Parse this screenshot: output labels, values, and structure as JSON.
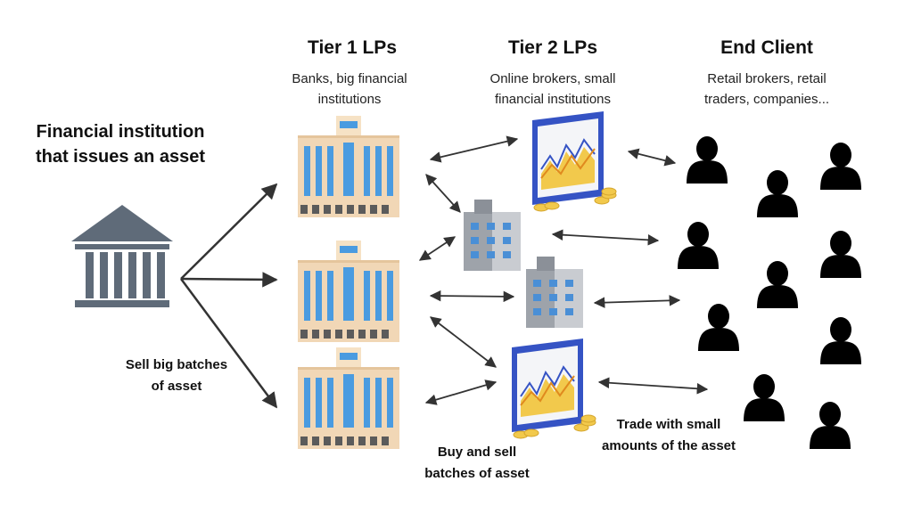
{
  "issuer": {
    "line1": "Financial institution",
    "line2": "that issues an asset"
  },
  "tier1": {
    "title": "Tier 1 LPs",
    "desc_line1": "Banks, big financial",
    "desc_line2": "institutions"
  },
  "tier2": {
    "title": "Tier 2 LPs",
    "desc_line1": "Online brokers, small",
    "desc_line2": "financial institutions"
  },
  "end_client": {
    "title": "End Client",
    "desc_line1": "Retail brokers, retail",
    "desc_line2": "traders, companies..."
  },
  "notes": {
    "sell_line1": "Sell big batches",
    "sell_line2": "of asset",
    "buy_line1": "Buy and sell",
    "buy_line2": "batches of asset",
    "trade_line1": "Trade with small",
    "trade_line2": "amounts of the asset"
  },
  "icons": [
    "bank-icon",
    "office-building-icon",
    "small-building-icon",
    "trading-monitor-icon",
    "person-icon"
  ],
  "colors": {
    "text": "#111111",
    "arrow": "#333333",
    "bank": "#5f6b79",
    "building_beige": "#f1d7b6",
    "window_blue": "#4a9be0",
    "monitor_blue": "#3553c4",
    "coin": "#f2c94c",
    "person": "#000000"
  }
}
